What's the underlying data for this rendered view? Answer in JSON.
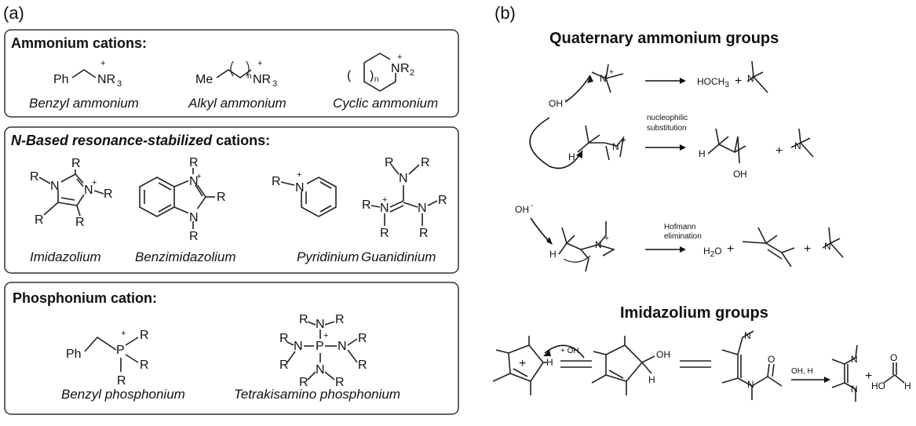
{
  "panel_a": {
    "label": "(a)",
    "box1": {
      "title": "Ammonium cations:",
      "captions": [
        "Benzyl ammonium",
        "Alkyl ammonium",
        "Cyclic ammonium"
      ]
    },
    "box2": {
      "title_italic": "N-Based resonance-stabilized",
      "title_rest": " cations:",
      "captions": [
        "Imidazolium",
        "Benzimidazolium",
        "Pyridinium",
        "Guanidinium"
      ]
    },
    "box3": {
      "title": "Phosphonium cation:",
      "captions": [
        "Benzyl phosphonium",
        "Tetrakisamino phosphonium"
      ]
    }
  },
  "panel_b": {
    "label": "(b)",
    "title_quaternary": "Quaternary ammonium groups",
    "title_imidazolium": "Imidazolium groups",
    "note_substitution_1": "nucleophilic",
    "note_substitution_2": "substitution",
    "note_hofmann_1": "Hofmann",
    "note_hofmann_2": "elimination",
    "product_hoch3": "HOCH",
    "sub_3": "3",
    "plus": "+",
    "oh_minus": "OH",
    "h2o": "H",
    "sub_2": "2",
    "o_letter": "O",
    "plus_oh": "+ OH",
    "oh_h2o": "OH, H",
    "oh_label": "OH"
  }
}
